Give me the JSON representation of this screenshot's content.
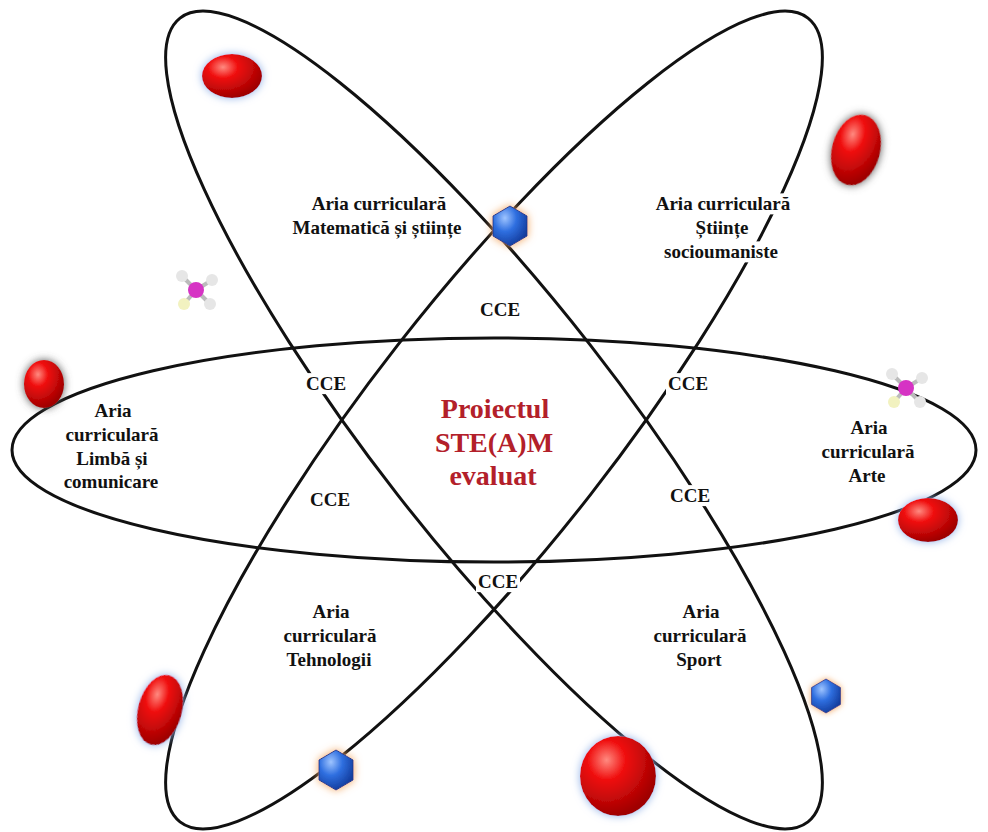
{
  "diagram": {
    "labels": [
      "Aria curriculară Matematică și științe",
      "Aria curriculară Științe socioumaniste",
      "Aria curriculară Limbă și comunicare",
      "Aria curriculară Arte",
      "Aria curriculară Tehnologii",
      "Aria curriculară Sport",
      "CCE",
      "CCE",
      "CCE",
      "CCE",
      "CCE",
      "CCE",
      "Proiectul STE(A)M evaluat"
    ]
  }
}
